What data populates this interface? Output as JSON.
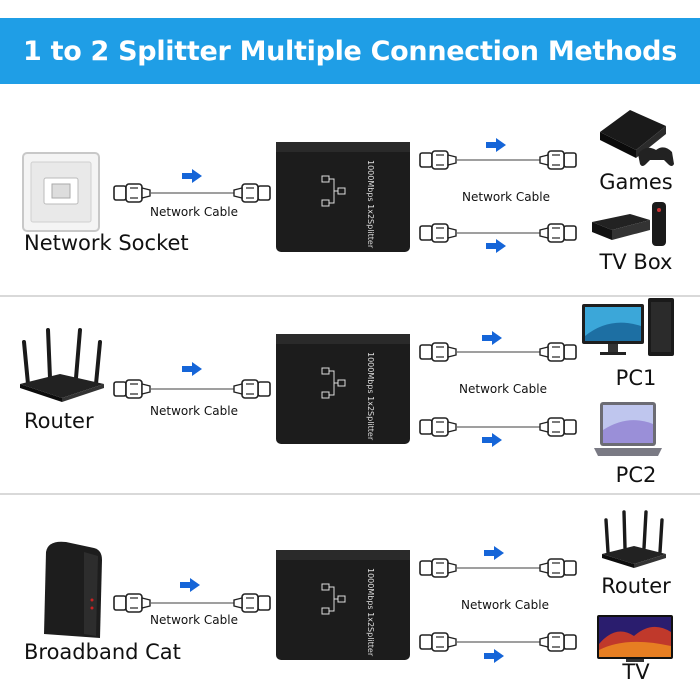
{
  "title": "1 to 2 Splitter Multiple Connection Methods",
  "splitter_label": "1000Mbps 1x2Splitter",
  "colors": {
    "banner": "#1f9ee6",
    "arrow": "#1565d8",
    "splitter": "#1c1c1c"
  },
  "rows": [
    {
      "source": "Network Socket",
      "source_icon": "wall-socket-icon",
      "input_cable": "Network Cable",
      "output_cable": "Network Cable",
      "outputs": [
        {
          "label": "Games",
          "icon": "game-console-icon"
        },
        {
          "label": "TV Box",
          "icon": "tv-box-icon"
        }
      ]
    },
    {
      "source": "Router",
      "source_icon": "router-icon",
      "input_cable": "Network Cable",
      "output_cable": "Network Cable",
      "outputs": [
        {
          "label": "PC1",
          "icon": "desktop-pc-icon"
        },
        {
          "label": "PC2",
          "icon": "laptop-icon"
        }
      ]
    },
    {
      "source": "Broadband Cat",
      "source_icon": "modem-icon",
      "input_cable": "Network Cable",
      "output_cable": "Network Cable",
      "outputs": [
        {
          "label": "Router",
          "icon": "router-icon"
        },
        {
          "label": "TV",
          "icon": "tv-icon"
        }
      ]
    }
  ]
}
